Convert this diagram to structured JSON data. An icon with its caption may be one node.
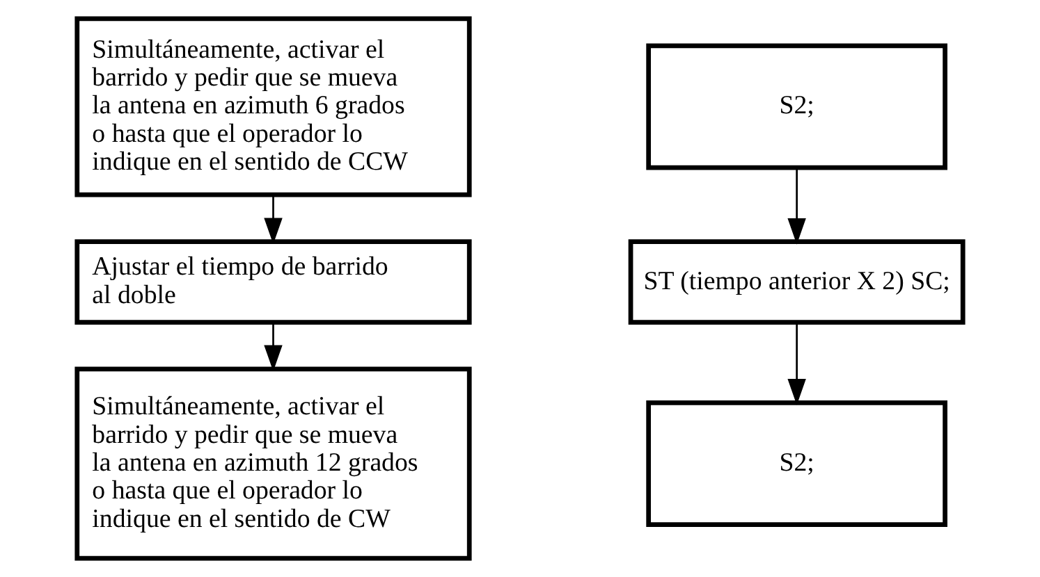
{
  "diagram": {
    "nodes": [
      {
        "text": [
          "Simultáneamente, activar el barrido y pedir que se mueva la antena en azimuth 6 grados o hasta que el operador lo indique en el sentido de CCW"
        ]
      },
      {
        "text": [
          "Ajustar el tiempo de barrido al doble"
        ]
      },
      {
        "text": [
          "Simultáneamente, activar el barrido y pedir que se mueva la antena en azimuth 12 grados o hasta que el operador lo indique en el sentido de CW"
        ]
      },
      {
        "text": [
          "S2;"
        ]
      },
      {
        "text": [
          "ST (tiempo anterior X 2) SC;"
        ]
      },
      {
        "text": [
          "S2;"
        ]
      }
    ],
    "edges": [
      {
        "from": 0,
        "to": 1,
        "arrow": "to"
      },
      {
        "from": 1,
        "to": 2,
        "arrow": "to"
      },
      {
        "from": 3,
        "to": 4,
        "arrow": "to"
      },
      {
        "from": 4,
        "to": 5,
        "arrow": "to"
      }
    ]
  }
}
